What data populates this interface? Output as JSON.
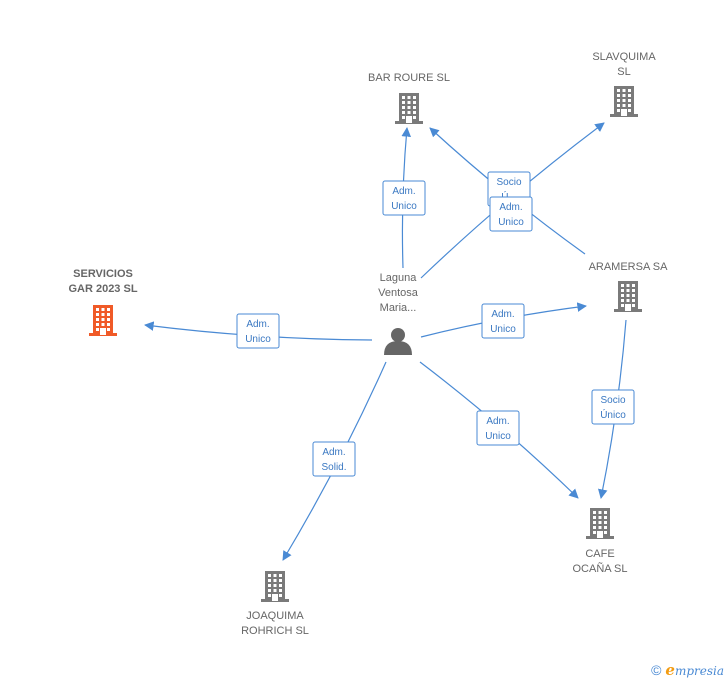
{
  "colors": {
    "edge": "#4a8ad4",
    "building": "#7a7a7a",
    "building_focus": "#f05a28",
    "person": "#666666"
  },
  "person": {
    "id": "person",
    "label": [
      "Laguna",
      "Ventosa",
      "Maria..."
    ],
    "icon": "person-icon"
  },
  "nodes": [
    {
      "id": "bar-roure",
      "label": [
        "BAR ROURE SL"
      ],
      "icon": "building-icon",
      "focus": false
    },
    {
      "id": "slavquima",
      "label": [
        "SLAVQUIMA",
        "SL"
      ],
      "icon": "building-icon",
      "focus": false
    },
    {
      "id": "servicios",
      "label": [
        "SERVICIOS",
        "GAR 2023  SL"
      ],
      "icon": "building-icon",
      "focus": true
    },
    {
      "id": "aramersa",
      "label": [
        "ARAMERSA SA"
      ],
      "icon": "building-icon",
      "focus": false
    },
    {
      "id": "cafe-ocana",
      "label": [
        "CAFE",
        "OCAÑA SL"
      ],
      "icon": "building-icon",
      "focus": false
    },
    {
      "id": "joaquima",
      "label": [
        "JOAQUIMA",
        "ROHRICH  SL"
      ],
      "icon": "building-icon",
      "focus": false
    }
  ],
  "edges": [
    {
      "from": "person",
      "to": "bar-roure",
      "label": [
        "Adm.",
        "Unico"
      ]
    },
    {
      "from": "aramersa",
      "to": "bar-roure",
      "label": [
        "Socio",
        "Ú..."
      ]
    },
    {
      "from": "person",
      "to": "slavquima",
      "label": [
        "Adm.",
        "Unico"
      ]
    },
    {
      "from": "person",
      "to": "servicios",
      "label": [
        "Adm.",
        "Unico"
      ]
    },
    {
      "from": "person",
      "to": "aramersa",
      "label": [
        "Adm.",
        "Unico"
      ]
    },
    {
      "from": "person",
      "to": "cafe-ocana",
      "label": [
        "Adm.",
        "Unico"
      ]
    },
    {
      "from": "aramersa",
      "to": "cafe-ocana",
      "label": [
        "Socio",
        "Único"
      ]
    },
    {
      "from": "person",
      "to": "joaquima",
      "label": [
        "Adm.",
        "Solid."
      ]
    }
  ],
  "footer": {
    "copyright": "©",
    "brand_initial": "e",
    "brand_rest": "mpresia"
  }
}
